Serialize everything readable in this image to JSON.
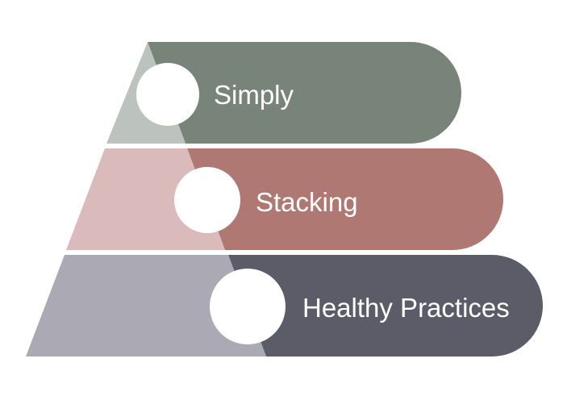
{
  "diagram": {
    "tiers": [
      {
        "label": "Simply",
        "band_color": "#78847a",
        "pyramid_color": "#bcc3be",
        "bubble_color": "#ffffff"
      },
      {
        "label": "Stacking",
        "band_color": "#b07873",
        "pyramid_color": "#dbbabb",
        "bubble_color": "#ffffff"
      },
      {
        "label": "Healthy Practices",
        "band_color": "#5c5b68",
        "pyramid_color": "#abaab4",
        "bubble_color": "#ffffff"
      }
    ]
  }
}
